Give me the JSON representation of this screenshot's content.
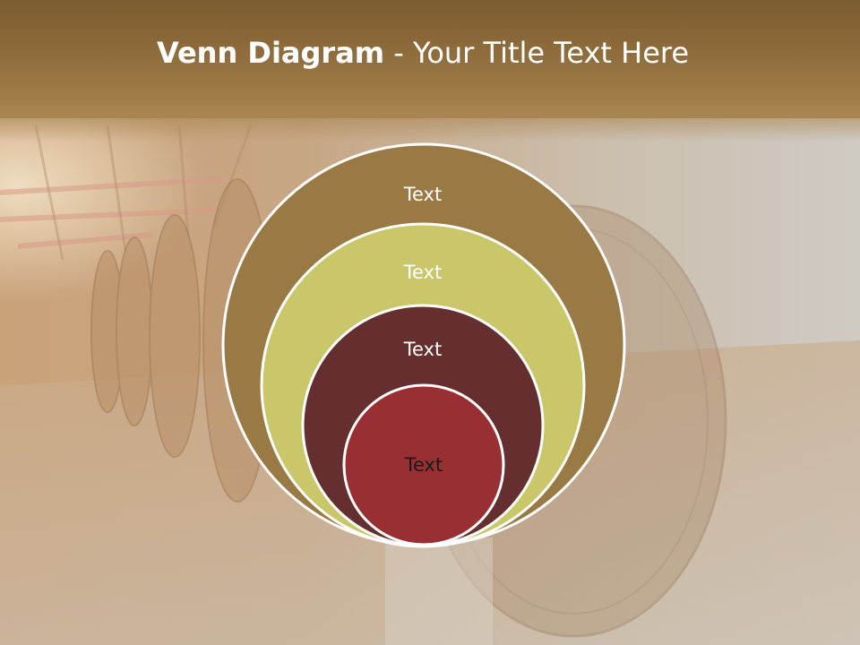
{
  "slide": {
    "title_bold": "Venn Diagram",
    "title_rest": " - Your Title Text Here"
  },
  "diagram": {
    "circles": [
      {
        "label": "Text",
        "fill": "#9a7a44",
        "text_color": "#ffffff"
      },
      {
        "label": "Text",
        "fill": "#c9c76a",
        "text_color": "#ffffff"
      },
      {
        "label": "Text",
        "fill": "#652f2f",
        "text_color": "#ffffff"
      },
      {
        "label": "Text",
        "fill": "#983033",
        "text_color": "#1a1a1a"
      }
    ],
    "stroke_color": "#ffffff"
  },
  "colors": {
    "title_band": "#8f6c3c",
    "background": "#cfc9c1"
  }
}
